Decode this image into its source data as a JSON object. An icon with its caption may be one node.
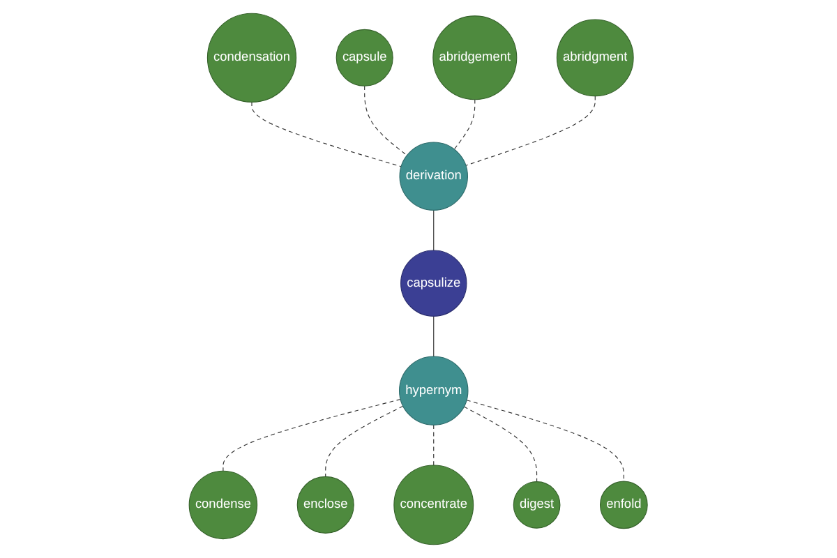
{
  "diagram": {
    "nodes": [
      {
        "text": [
          "capsulize"
        ]
      },
      {
        "text": [
          "derivation"
        ]
      },
      {
        "text": [
          "condensation"
        ]
      },
      {
        "text": [
          "capsule"
        ]
      },
      {
        "text": [
          "abridgement"
        ]
      },
      {
        "text": [
          "abridgment"
        ]
      },
      {
        "text": [
          "hypernym"
        ]
      },
      {
        "text": [
          "condense"
        ]
      },
      {
        "text": [
          "enclose"
        ]
      },
      {
        "text": [
          "concentrate"
        ]
      },
      {
        "text": [
          "digest"
        ]
      },
      {
        "text": [
          "enfold"
        ]
      }
    ],
    "edges": [
      {
        "from": 1,
        "to": 0,
        "arrow": "none"
      },
      {
        "from": 0,
        "to": 6,
        "arrow": "none"
      },
      {
        "from": 2,
        "to": 1,
        "arrow": "none",
        "style": "dashed"
      },
      {
        "from": 3,
        "to": 1,
        "arrow": "none",
        "style": "dashed"
      },
      {
        "from": 4,
        "to": 1,
        "arrow": "none",
        "style": "dashed"
      },
      {
        "from": 5,
        "to": 1,
        "arrow": "none",
        "style": "dashed"
      },
      {
        "from": 6,
        "to": 7,
        "arrow": "none",
        "style": "dashed"
      },
      {
        "from": 6,
        "to": 8,
        "arrow": "none",
        "style": "dashed"
      },
      {
        "from": 6,
        "to": 9,
        "arrow": "none",
        "style": "dashed"
      },
      {
        "from": 6,
        "to": 10,
        "arrow": "none",
        "style": "dashed"
      },
      {
        "from": 6,
        "to": 11,
        "arrow": "none",
        "style": "dashed"
      }
    ]
  }
}
